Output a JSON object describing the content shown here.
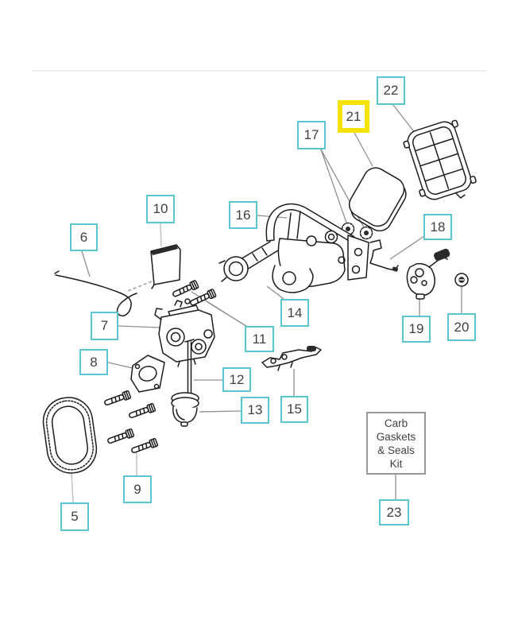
{
  "diagram": {
    "type": "exploded-parts-diagram",
    "subject": "carburetor and air filter assembly",
    "highlighted_part": "21"
  },
  "colors": {
    "label_border": "#5bc6d2",
    "highlight": "#f6e206",
    "text": "#3f3f3f",
    "kit_border": "#999999",
    "leader": "#8f8f8f",
    "leader_light": "#c6c6c6",
    "art": "#1c1c1c",
    "divider": "#ededed",
    "bg": "#ffffff"
  },
  "labels": {
    "l5": {
      "text": "5",
      "highlighted": false
    },
    "l6": {
      "text": "6",
      "highlighted": false
    },
    "l7": {
      "text": "7",
      "highlighted": false
    },
    "l8": {
      "text": "8",
      "highlighted": false
    },
    "l9": {
      "text": "9",
      "highlighted": false
    },
    "l10": {
      "text": "10",
      "highlighted": false
    },
    "l11": {
      "text": "11",
      "highlighted": false
    },
    "l12": {
      "text": "12",
      "highlighted": false
    },
    "l13": {
      "text": "13",
      "highlighted": false
    },
    "l14": {
      "text": "14",
      "highlighted": false
    },
    "l15": {
      "text": "15",
      "highlighted": false
    },
    "l16": {
      "text": "16",
      "highlighted": false
    },
    "l17": {
      "text": "17",
      "highlighted": false
    },
    "l18": {
      "text": "18",
      "highlighted": false
    },
    "l19": {
      "text": "19",
      "highlighted": false
    },
    "l20": {
      "text": "20",
      "highlighted": false
    },
    "l21": {
      "text": "21",
      "highlighted": true
    },
    "l22": {
      "text": "22",
      "highlighted": false
    },
    "l23": {
      "text": "23",
      "highlighted": false
    }
  },
  "kit": {
    "line1": "Carb",
    "line2": "Gaskets",
    "line3": "& Seals",
    "line4": "Kit"
  }
}
